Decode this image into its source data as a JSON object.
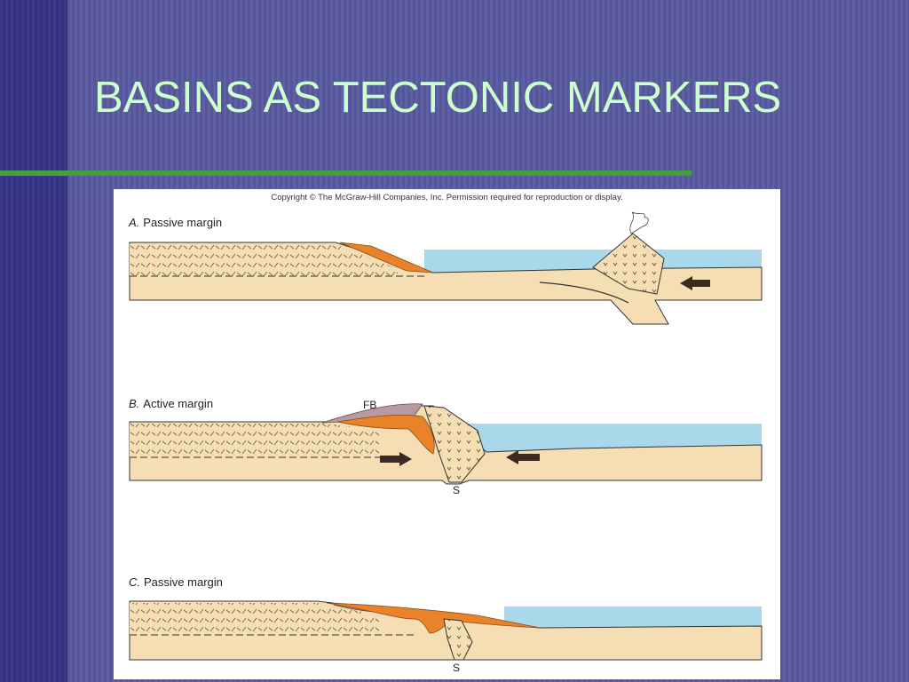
{
  "slide": {
    "title": "BASINS AS TECTONIC MARKERS"
  },
  "figure": {
    "copyright": "Copyright © The McGraw-Hill Companies, Inc. Permission required for reproduction or display.",
    "panels": [
      {
        "letter": "A.",
        "label": "Passive margin"
      },
      {
        "letter": "B.",
        "label": "Active margin",
        "annotations": [
          "FB",
          "S"
        ]
      },
      {
        "letter": "C.",
        "label": "Passive margin",
        "annotations": [
          "S"
        ]
      }
    ]
  },
  "colors": {
    "background": "#5a5a9e",
    "left_band": "#3a3a88",
    "title_text": "#ccffcc",
    "title_rule": "#40a040",
    "crust": "#f5deb3",
    "ocean": "#a8d8ea",
    "sediment": "#e8832a",
    "foreland_basin": "#b89aa0",
    "arrow": "#3a2a22"
  }
}
